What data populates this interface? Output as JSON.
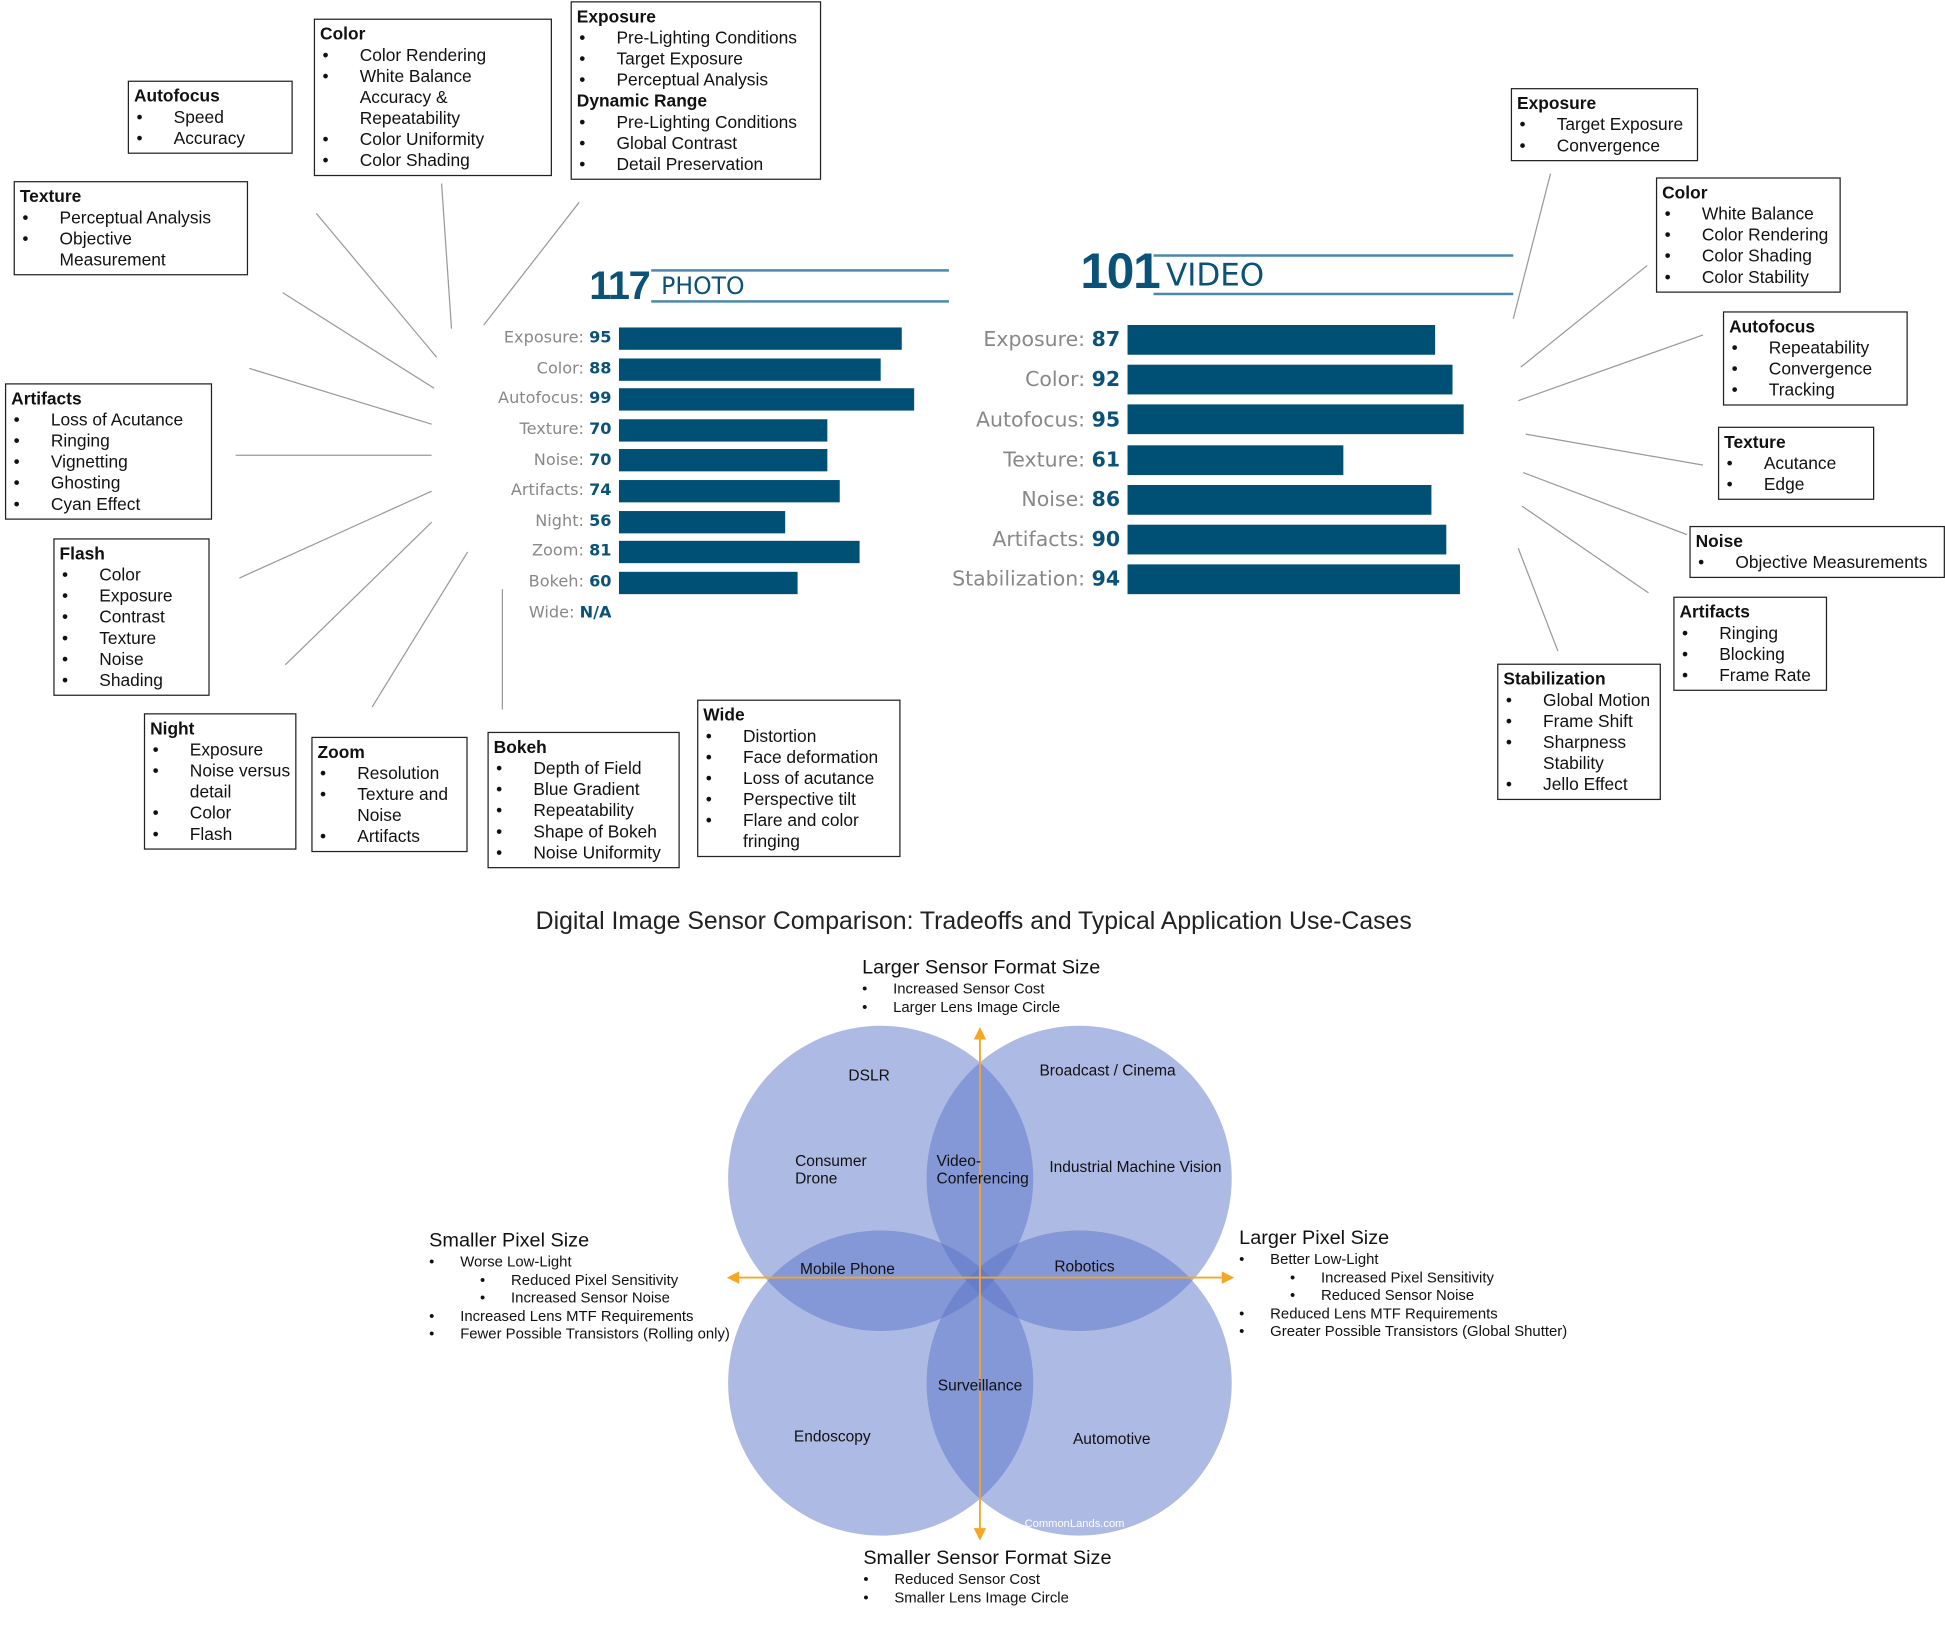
{
  "photo": {
    "score": "117",
    "label": "PHOTO",
    "bars": [
      {
        "name": "Exposure",
        "value": 95
      },
      {
        "name": "Color",
        "value": 88
      },
      {
        "name": "Autofocus",
        "value": 99
      },
      {
        "name": "Texture",
        "value": 70
      },
      {
        "name": "Noise",
        "value": 70
      },
      {
        "name": "Artifacts",
        "value": 74
      },
      {
        "name": "Night",
        "value": 56
      },
      {
        "name": "Zoom",
        "value": 81
      },
      {
        "name": "Bokeh",
        "value": 60
      },
      {
        "name": "Wide",
        "value": "N/A"
      }
    ]
  },
  "video": {
    "score": "101",
    "label": "VIDEO",
    "bars": [
      {
        "name": "Exposure",
        "value": 87
      },
      {
        "name": "Color",
        "value": 92
      },
      {
        "name": "Autofocus",
        "value": 95
      },
      {
        "name": "Texture",
        "value": 61
      },
      {
        "name": "Noise",
        "value": 86
      },
      {
        "name": "Artifacts",
        "value": 90
      },
      {
        "name": "Stabilization",
        "value": 94
      }
    ]
  },
  "photo_callouts": [
    {
      "sections": [
        {
          "title": "Autofocus",
          "items": [
            "Speed",
            "Accuracy"
          ]
        }
      ]
    },
    {
      "sections": [
        {
          "title": "Color",
          "items": [
            "Color Rendering",
            "White Balance Accuracy & Repeatability",
            "Color Uniformity",
            "Color Shading"
          ]
        }
      ]
    },
    {
      "sections": [
        {
          "title": "Exposure",
          "items": [
            "Pre-Lighting Conditions",
            "Target Exposure",
            "Perceptual Analysis"
          ]
        },
        {
          "title": "Dynamic Range",
          "items": [
            "Pre-Lighting Conditions",
            "Global Contrast",
            "Detail Preservation"
          ]
        }
      ]
    },
    {
      "sections": [
        {
          "title": "Texture",
          "items": [
            "Perceptual Analysis",
            "Objective Measurement"
          ]
        }
      ]
    },
    {
      "sections": [
        {
          "title": "Artifacts",
          "items": [
            "Loss of Acutance",
            "Ringing",
            "Vignetting",
            "Ghosting",
            "Cyan Effect"
          ]
        }
      ]
    },
    {
      "sections": [
        {
          "title": "Flash",
          "items": [
            "Color",
            "Exposure",
            "Contrast",
            "Texture",
            "Noise",
            "Shading"
          ]
        }
      ]
    },
    {
      "sections": [
        {
          "title": "Night",
          "items": [
            "Exposure",
            "Noise versus detail",
            "Color",
            "Flash"
          ]
        }
      ]
    },
    {
      "sections": [
        {
          "title": "Zoom",
          "items": [
            "Resolution",
            "Texture and Noise",
            "Artifacts"
          ]
        }
      ]
    },
    {
      "sections": [
        {
          "title": "Bokeh",
          "items": [
            "Depth of Field",
            "Blue Gradient",
            "Repeatability",
            "Shape of Bokeh",
            "Noise Uniformity"
          ]
        }
      ]
    },
    {
      "sections": [
        {
          "title": "Wide",
          "items": [
            "Distortion",
            "Face deformation",
            "Loss of acutance",
            "Perspective tilt",
            "Flare and color fringing"
          ]
        }
      ]
    }
  ],
  "video_callouts": [
    {
      "sections": [
        {
          "title": "Exposure",
          "items": [
            "Target Exposure",
            "Convergence"
          ]
        }
      ]
    },
    {
      "sections": [
        {
          "title": "Color",
          "items": [
            "White Balance",
            "Color Rendering",
            "Color Shading",
            "Color Stability"
          ]
        }
      ]
    },
    {
      "sections": [
        {
          "title": "Autofocus",
          "items": [
            "Repeatability",
            "Convergence",
            "Tracking"
          ]
        }
      ]
    },
    {
      "sections": [
        {
          "title": "Texture",
          "items": [
            "Acutance",
            "Edge"
          ]
        }
      ]
    },
    {
      "sections": [
        {
          "title": "Noise",
          "items": [
            "Objective Measurements"
          ]
        }
      ]
    },
    {
      "sections": [
        {
          "title": "Artifacts",
          "items": [
            "Ringing",
            "Blocking",
            "Frame Rate"
          ]
        }
      ]
    },
    {
      "sections": [
        {
          "title": "Stabilization",
          "items": [
            "Global Motion",
            "Frame Shift",
            "Sharpness Stability",
            "Jello Effect"
          ]
        }
      ]
    }
  ],
  "venn": {
    "title": "Digital Image Sensor Comparison: Tradeoffs and Typical Application Use-Cases",
    "top": {
      "title": "Larger Sensor Format Size",
      "items": [
        "Increased Sensor Cost",
        "Larger Lens Image Circle"
      ]
    },
    "bottom": {
      "title": "Smaller Sensor Format Size",
      "items": [
        "Reduced Sensor Cost",
        "Smaller Lens Image Circle"
      ]
    },
    "left": {
      "title": "Smaller Pixel Size",
      "items": [
        {
          "text": "Worse Low-Light",
          "level": 1
        },
        {
          "text": "Reduced Pixel Sensitivity",
          "level": 2
        },
        {
          "text": "Increased Sensor Noise",
          "level": 2
        },
        {
          "text": "Increased Lens MTF Requirements",
          "level": 1
        },
        {
          "text": "Fewer Possible Transistors (Rolling only)",
          "level": 1
        }
      ]
    },
    "right": {
      "title": "Larger Pixel Size",
      "items": [
        {
          "text": "Better Low-Light",
          "level": 1
        },
        {
          "text": "Increased Pixel Sensitivity",
          "level": 2
        },
        {
          "text": "Reduced Sensor Noise",
          "level": 2
        },
        {
          "text": "Reduced Lens MTF Requirements",
          "level": 1
        },
        {
          "text": "Greater Possible Transistors (Global Shutter)",
          "level": 1
        }
      ]
    },
    "regions": {
      "dslr": "DSLR",
      "broadcast": "Broadcast / Cinema",
      "drone": "Consumer\nDrone",
      "video_conf": "Video-\nConferencing",
      "machine_vision": "Industrial Machine Vision",
      "mobile": "Mobile Phone",
      "robotics": "Robotics",
      "surveillance": "Surveillance",
      "endoscopy": "Endoscopy",
      "automotive": "Automotive"
    },
    "watermark": "CommonLands.com",
    "circle_color": "#5b76c9",
    "axis_color": "#f5a623"
  }
}
